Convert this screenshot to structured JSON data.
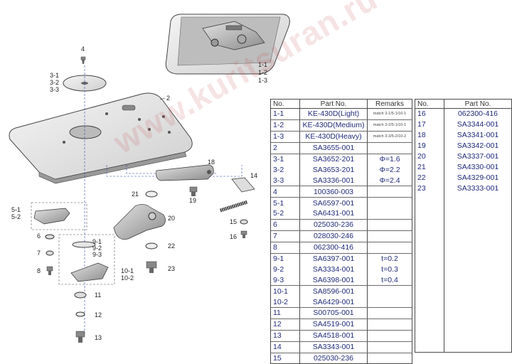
{
  "table_left": {
    "headers": {
      "no": "No.",
      "part": "Part No.",
      "remarks": "Remarks"
    },
    "rows": [
      {
        "no": "1-1",
        "part": "KE-430D(Light)",
        "remarks": "match 3-1/5-1/10-1",
        "sep": true
      },
      {
        "no": "1-2",
        "part": "KE-430D(Medium)",
        "remarks": "match 3-2/5-1/10-1",
        "sep": true
      },
      {
        "no": "1-3",
        "part": "KE-430D(Heavy)",
        "remarks": "match 3-3/5-2/10-2",
        "sep": true
      },
      {
        "no": "2",
        "part": "SA3655-001",
        "remarks": "",
        "sep": true
      },
      {
        "no": "3-1",
        "part": "SA3652-201",
        "remarks": "Φ=1.6",
        "sep": false
      },
      {
        "no": "3-2",
        "part": "SA3653-201",
        "remarks": "Φ=2.2",
        "sep": false
      },
      {
        "no": "3-3",
        "part": "SA3336-001",
        "remarks": "Φ=2.4",
        "sep": true
      },
      {
        "no": "4",
        "part": "100360-003",
        "remarks": "",
        "sep": true
      },
      {
        "no": "5-1",
        "part": "SA6597-001",
        "remarks": "",
        "sep": false
      },
      {
        "no": "5-2",
        "part": "SA6431-001",
        "remarks": "",
        "sep": true
      },
      {
        "no": "6",
        "part": "025030-236",
        "remarks": "",
        "sep": true
      },
      {
        "no": "7",
        "part": "028030-246",
        "remarks": "",
        "sep": true
      },
      {
        "no": "8",
        "part": "062300-416",
        "remarks": "",
        "sep": true
      },
      {
        "no": "9-1",
        "part": "SA6397-001",
        "remarks": "t=0.2",
        "sep": false
      },
      {
        "no": "9-2",
        "part": "SA3334-001",
        "remarks": "t=0.3",
        "sep": false
      },
      {
        "no": "9-3",
        "part": "SA6398-001",
        "remarks": "t=0.4",
        "sep": true
      },
      {
        "no": "10-1",
        "part": "SA8596-001",
        "remarks": "",
        "sep": false
      },
      {
        "no": "10-2",
        "part": "SA6429-001",
        "remarks": "",
        "sep": true
      },
      {
        "no": "11",
        "part": "S00705-001",
        "remarks": "",
        "sep": true
      },
      {
        "no": "12",
        "part": "SA4519-001",
        "remarks": "",
        "sep": true
      },
      {
        "no": "13",
        "part": "SA4518-001",
        "remarks": "",
        "sep": true
      },
      {
        "no": "14",
        "part": "SA3343-001",
        "remarks": "",
        "sep": true
      },
      {
        "no": "15",
        "part": "025030-236",
        "remarks": "",
        "sep": false
      }
    ]
  },
  "table_right": {
    "headers": {
      "no": "No.",
      "part": "Part No."
    },
    "rows": [
      {
        "no": "16",
        "part": "062300-416"
      },
      {
        "no": "17",
        "part": "SA3344-001"
      },
      {
        "no": "18",
        "part": "SA3341-001"
      },
      {
        "no": "19",
        "part": "SA3342-001"
      },
      {
        "no": "20",
        "part": "SA3337-001"
      },
      {
        "no": "21",
        "part": "SA4330-001"
      },
      {
        "no": "22",
        "part": "SA4329-001"
      },
      {
        "no": "23",
        "part": "SA3333-001"
      }
    ]
  },
  "callouts": {
    "c1": "1-1",
    "c2": "1-2",
    "c3": "1-3",
    "c4": "4",
    "c3_1": "3-1",
    "c3_2": "3-2",
    "c3_3": "3-3",
    "c_2": "2",
    "c5_1": "5-1",
    "c5_2": "5-2",
    "c6": "6",
    "c7": "7",
    "c8": "8",
    "c9_1": "9-1",
    "c9_2": "9-2",
    "c9_3": "9-3",
    "c10_1": "10-1",
    "c10_2": "10-2",
    "c11": "11",
    "c12": "12",
    "c13": "13",
    "c14": "14",
    "c15": "15",
    "c16": "16",
    "c18": "18",
    "c19": "19",
    "c20": "20",
    "c21": "21",
    "c22": "22",
    "c23": "23"
  },
  "watermark": "www.kuritsuran.ru"
}
